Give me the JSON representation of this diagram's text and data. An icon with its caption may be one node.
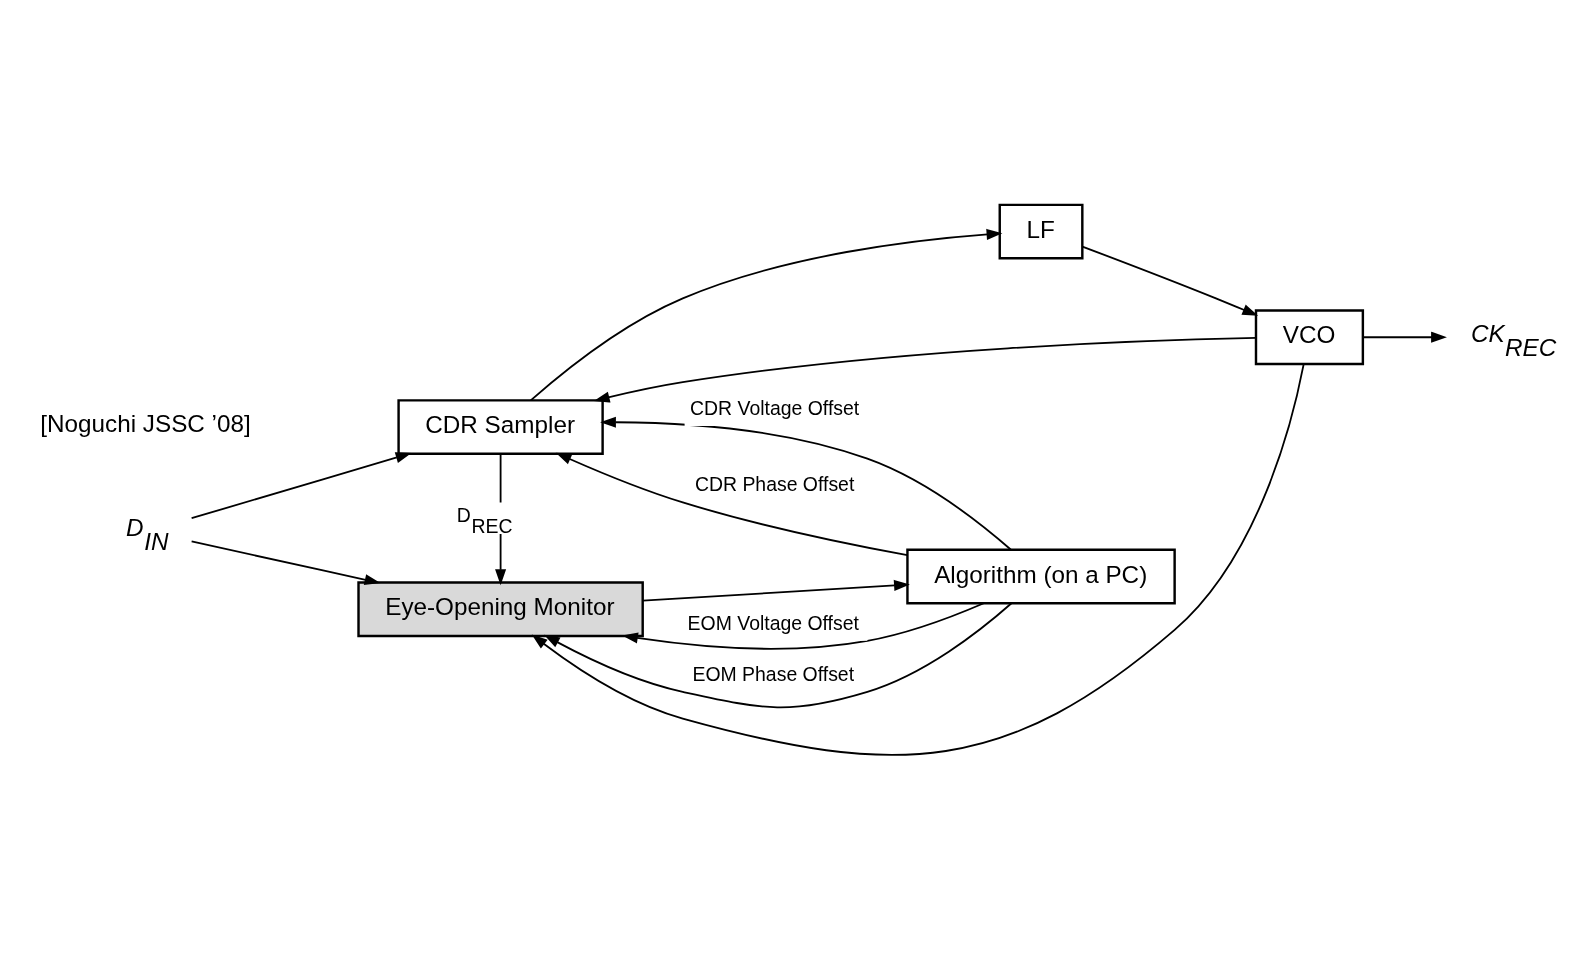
{
  "diagram": {
    "nodes": [
      {
        "text": [
          "D$_{IN}$"
        ]
      },
      {
        "text": [
          "CDR Sampler"
        ]
      },
      {
        "text": [
          "LF"
        ]
      },
      {
        "text": [
          "VCO"
        ]
      },
      {
        "text": [
          "CK$_{REC}$"
        ]
      },
      {
        "text": [
          "Eye-Opening Monitor"
        ]
      },
      {
        "text": [
          "Algorithm (on a PC)"
        ]
      }
    ],
    "edges": [
      {
        "from": 0,
        "to": 1,
        "arrow": "to"
      },
      {
        "from": 0,
        "to": 5,
        "arrow": "to"
      },
      {
        "from": 1,
        "to": 2,
        "arrow": "to"
      },
      {
        "from": 2,
        "to": 3,
        "arrow": "to"
      },
      {
        "from": 3,
        "to": 4,
        "arrow": "to"
      },
      {
        "from": 3,
        "to": 1,
        "arrow": "to"
      },
      {
        "from": 3,
        "to": 5,
        "arrow": "to"
      },
      {
        "from": 1,
        "to": 5,
        "arrow": "to",
        "label": "D$_{REC}$"
      },
      {
        "from": 6,
        "to": 1,
        "arrow": "to",
        "label": "CDR Voltage Offset"
      },
      {
        "from": 6,
        "to": 1,
        "arrow": "to",
        "label": "CDR Phase Offset"
      },
      {
        "from": 5,
        "to": 6,
        "arrow": "to"
      },
      {
        "from": 6,
        "to": 5,
        "arrow": "to",
        "label": "EOM Voltage Offset"
      },
      {
        "from": 6,
        "to": 5,
        "arrow": "to",
        "label": "EOM Phase Offset"
      }
    ],
    "labels": [
      "[Noguchi JSSC ’08]"
    ]
  }
}
